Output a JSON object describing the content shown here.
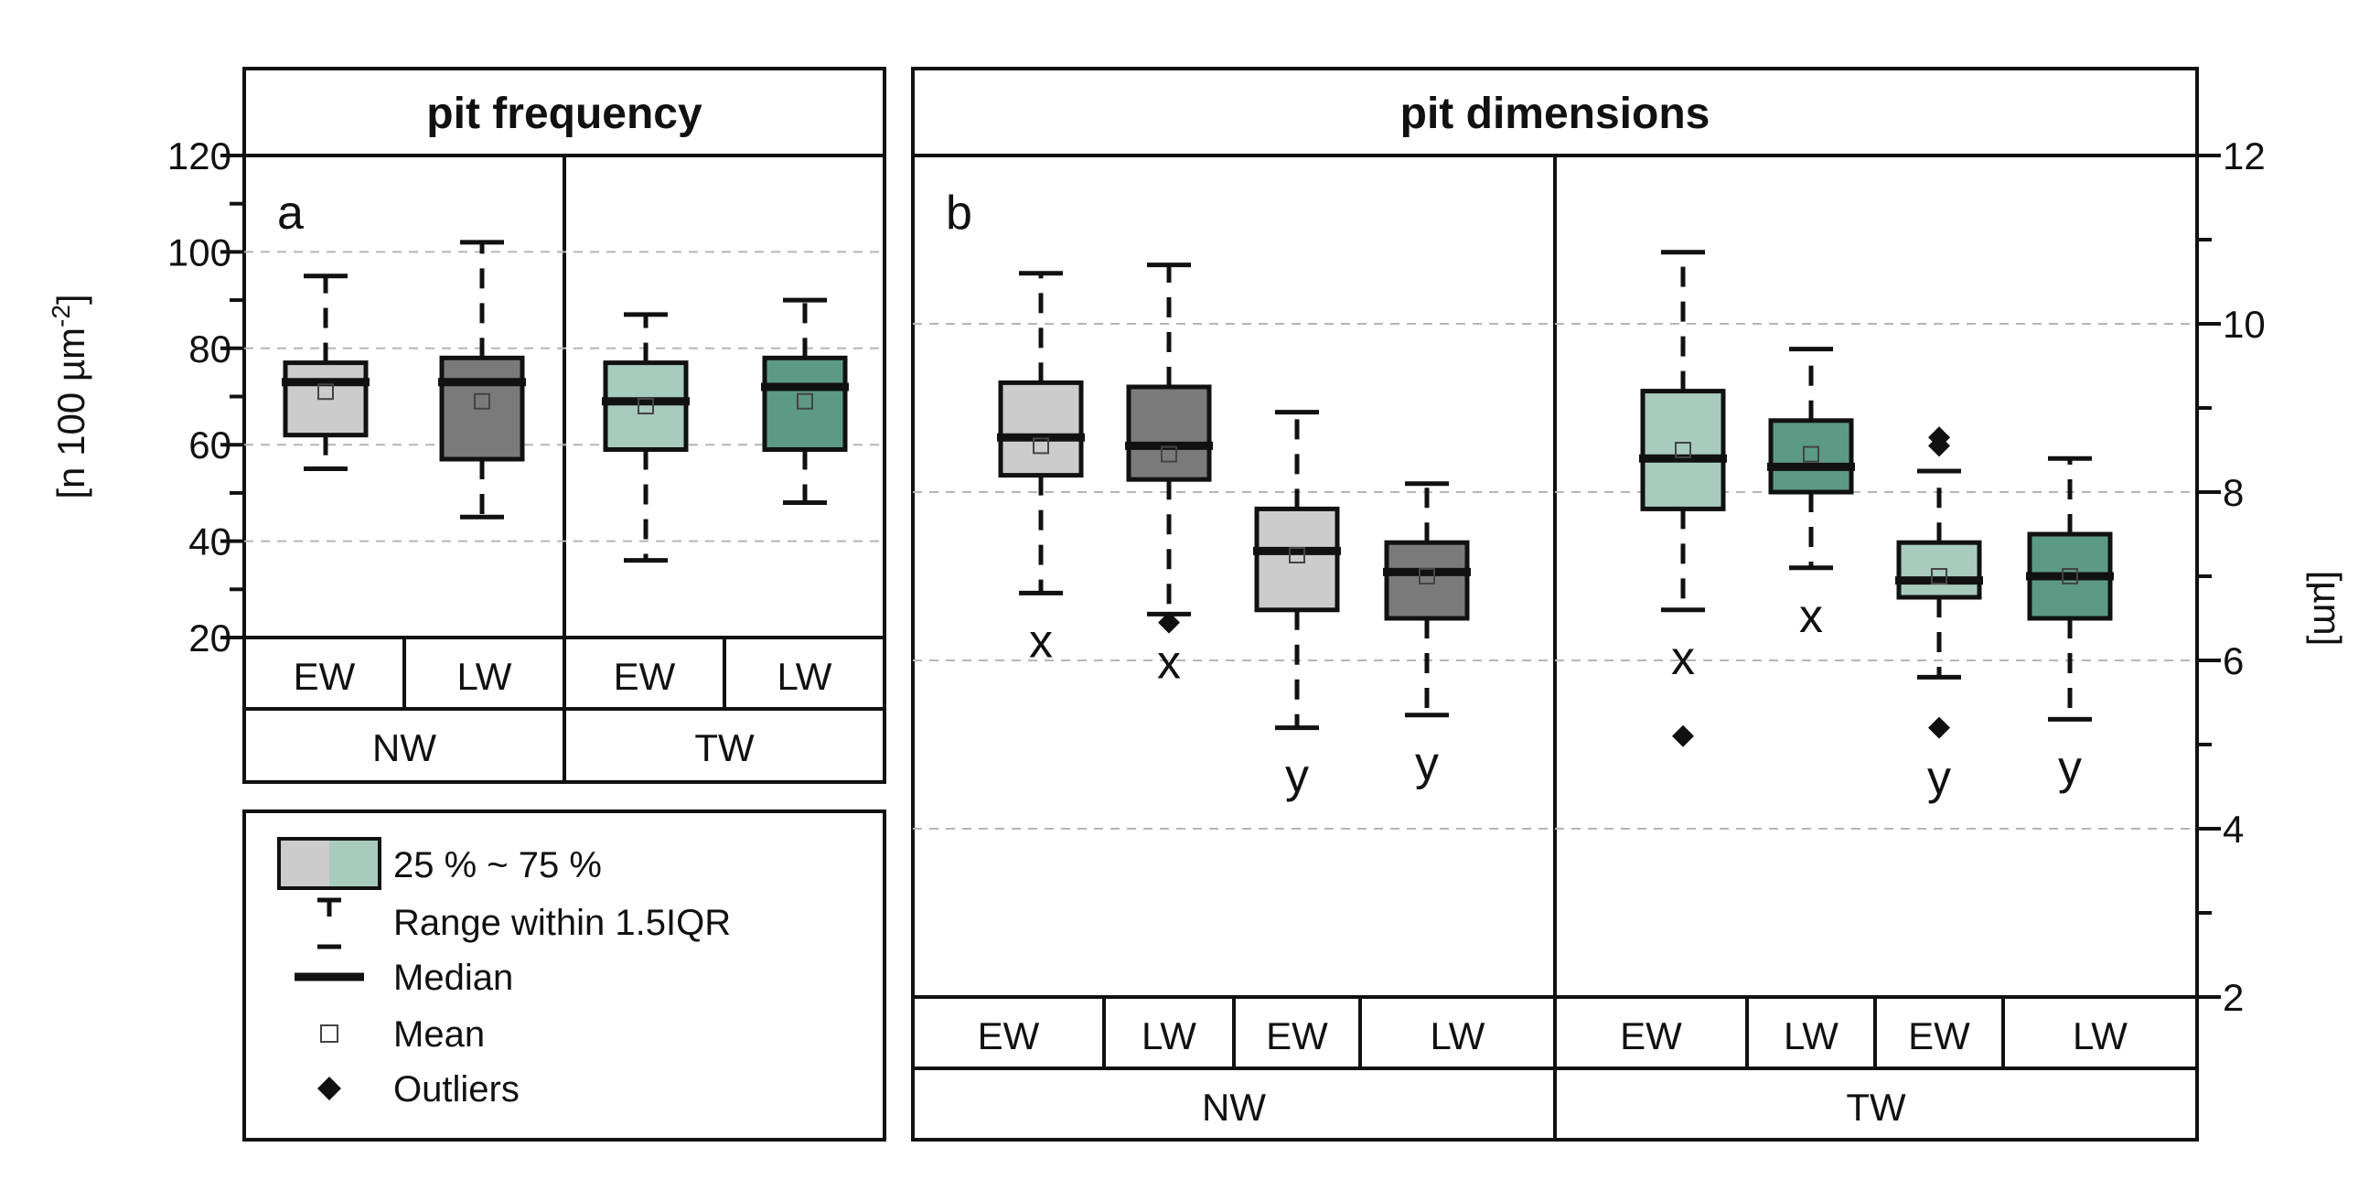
{
  "chart_data": [
    {
      "panel": "a",
      "type": "box",
      "title": "pit frequency",
      "ylabel": "[n 100 µm⁻²]",
      "ylim": [
        20,
        120
      ],
      "yticks": [
        20,
        40,
        60,
        80,
        100,
        120
      ],
      "grid": "dashed horizontal at 40, 60, 80, 100",
      "axis_side": "left",
      "groups": [
        "NW",
        "TW"
      ],
      "categories": [
        "EW",
        "LW",
        "EW",
        "LW"
      ],
      "boxes": [
        {
          "group": "NW",
          "category": "EW",
          "whisker_low": 55,
          "q1": 62,
          "median": 73,
          "mean": 71,
          "q3": 77,
          "whisker_high": 95,
          "color": "#cccccc",
          "outliers": [],
          "label": ""
        },
        {
          "group": "NW",
          "category": "LW",
          "whisker_low": 45,
          "q1": 57,
          "median": 73,
          "mean": 69,
          "q3": 78,
          "whisker_high": 102,
          "color": "#7a7a7a",
          "outliers": [],
          "label": ""
        },
        {
          "group": "TW",
          "category": "EW",
          "whisker_low": 36,
          "q1": 59,
          "median": 69,
          "mean": 68,
          "q3": 77,
          "whisker_high": 87,
          "color": "#a8cbbe",
          "outliers": [],
          "label": ""
        },
        {
          "group": "TW",
          "category": "LW",
          "whisker_low": 48,
          "q1": 59,
          "median": 72,
          "mean": 69,
          "q3": 78,
          "whisker_high": 90,
          "color": "#5c9a86",
          "outliers": [],
          "label": ""
        }
      ]
    },
    {
      "panel": "b",
      "type": "box",
      "title": "pit dimensions",
      "ylabel": "[µm]",
      "ylim": [
        2,
        12
      ],
      "yticks": [
        2,
        4,
        6,
        8,
        10,
        12
      ],
      "grid": "dashed horizontal at 4, 6, 8, 10",
      "axis_side": "right",
      "groups": [
        "NW",
        "TW"
      ],
      "categories": [
        "EW",
        "LW",
        "EW",
        "LW",
        "EW",
        "LW",
        "EW",
        "LW"
      ],
      "boxes": [
        {
          "group": "NW",
          "category": "EW",
          "whisker_low": 6.8,
          "q1": 8.2,
          "median": 8.65,
          "mean": 8.55,
          "q3": 9.3,
          "whisker_high": 10.6,
          "color": "#cccccc",
          "outliers": [],
          "label": "x"
        },
        {
          "group": "NW",
          "category": "LW",
          "whisker_low": 6.55,
          "q1": 8.15,
          "median": 8.55,
          "mean": 8.45,
          "q3": 9.25,
          "whisker_high": 10.7,
          "color": "#7a7a7a",
          "outliers": [
            6.45
          ],
          "label": "x"
        },
        {
          "group": "NW",
          "category": "EW",
          "whisker_low": 5.2,
          "q1": 6.6,
          "median": 7.3,
          "mean": 7.25,
          "q3": 7.8,
          "whisker_high": 8.95,
          "color": "#cccccc",
          "outliers": [],
          "label": "y"
        },
        {
          "group": "NW",
          "category": "LW",
          "whisker_low": 5.35,
          "q1": 6.5,
          "median": 7.05,
          "mean": 7.0,
          "q3": 7.4,
          "whisker_high": 8.1,
          "color": "#7a7a7a",
          "outliers": [],
          "label": "y"
        },
        {
          "group": "TW",
          "category": "EW",
          "whisker_low": 6.6,
          "q1": 7.8,
          "median": 8.4,
          "mean": 8.5,
          "q3": 9.2,
          "whisker_high": 10.85,
          "color": "#a8cbbe",
          "outliers": [
            5.1
          ],
          "label": "x"
        },
        {
          "group": "TW",
          "category": "LW",
          "whisker_low": 7.1,
          "q1": 8.0,
          "median": 8.3,
          "mean": 8.45,
          "q3": 8.85,
          "whisker_high": 9.7,
          "color": "#5c9a86",
          "outliers": [],
          "label": "x"
        },
        {
          "group": "TW",
          "category": "EW",
          "whisker_low": 5.8,
          "q1": 6.75,
          "median": 6.95,
          "mean": 7.0,
          "q3": 7.4,
          "whisker_high": 8.25,
          "color": "#a8cbbe",
          "outliers": [
            5.2,
            8.55,
            8.65
          ],
          "label": "y"
        },
        {
          "group": "TW",
          "category": "LW",
          "whisker_low": 5.3,
          "q1": 6.5,
          "median": 7.0,
          "mean": 7.0,
          "q3": 7.5,
          "whisker_high": 8.4,
          "color": "#5c9a86",
          "outliers": [],
          "label": "y"
        }
      ]
    }
  ],
  "legend": {
    "items": [
      {
        "symbol": "box",
        "label": "25 % ~ 75 %"
      },
      {
        "symbol": "whisker",
        "label": "Range within 1.5IQR"
      },
      {
        "symbol": "median-line",
        "label": "Median"
      },
      {
        "symbol": "mean-square",
        "label": "Mean"
      },
      {
        "symbol": "outlier-diamond",
        "label": "Outliers"
      }
    ],
    "colors": [
      "#cccccc",
      "#a8cbbe"
    ]
  }
}
